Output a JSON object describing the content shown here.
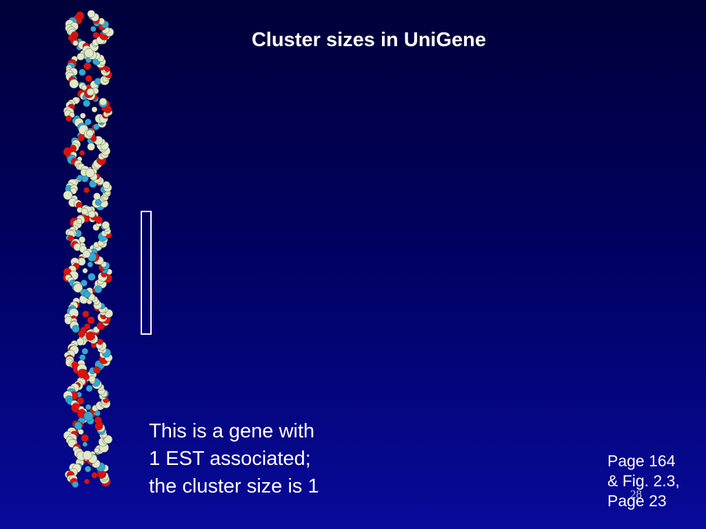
{
  "slide": {
    "title": "Cluster sizes in UniGene",
    "body_lines": [
      "This is a gene with",
      "1 EST associated;",
      "the cluster size is 1"
    ],
    "reference_lines": [
      "Page 164",
      "& Fig. 2.3,",
      "Page 23"
    ],
    "page_number": "28"
  },
  "colors": {
    "background_top": "#00003a",
    "background_bottom": "#080a9a",
    "text": "#ffffff",
    "helix_backbone": "#dfe8c8",
    "helix_oxygen": "#e01010",
    "helix_nitrogen": "#30a8d8"
  },
  "icons": {
    "helix": "dna-helix-image",
    "bracket": "empty-rectangle-glyph"
  }
}
